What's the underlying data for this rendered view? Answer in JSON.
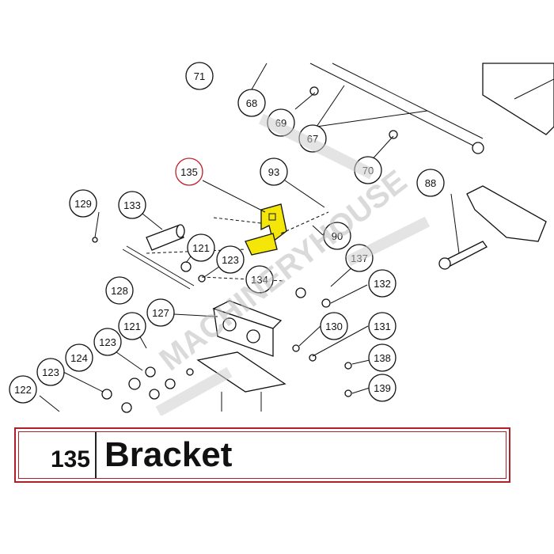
{
  "diagram": {
    "callouts": [
      "71",
      "68",
      "69",
      "67",
      "70",
      "135",
      "93",
      "90",
      "88",
      "129",
      "133",
      "121",
      "123",
      "134",
      "137",
      "132",
      "128",
      "127",
      "121",
      "130",
      "131",
      "123",
      "124",
      "138",
      "123",
      "139",
      "122"
    ],
    "watermark": "MACHINERYHOUSE"
  },
  "legend": {
    "part_number": "135",
    "part_name": "Bracket"
  },
  "colors": {
    "highlight": "#f5e60a",
    "accent": "#c0202a",
    "watermark": "#cfcfcf"
  }
}
